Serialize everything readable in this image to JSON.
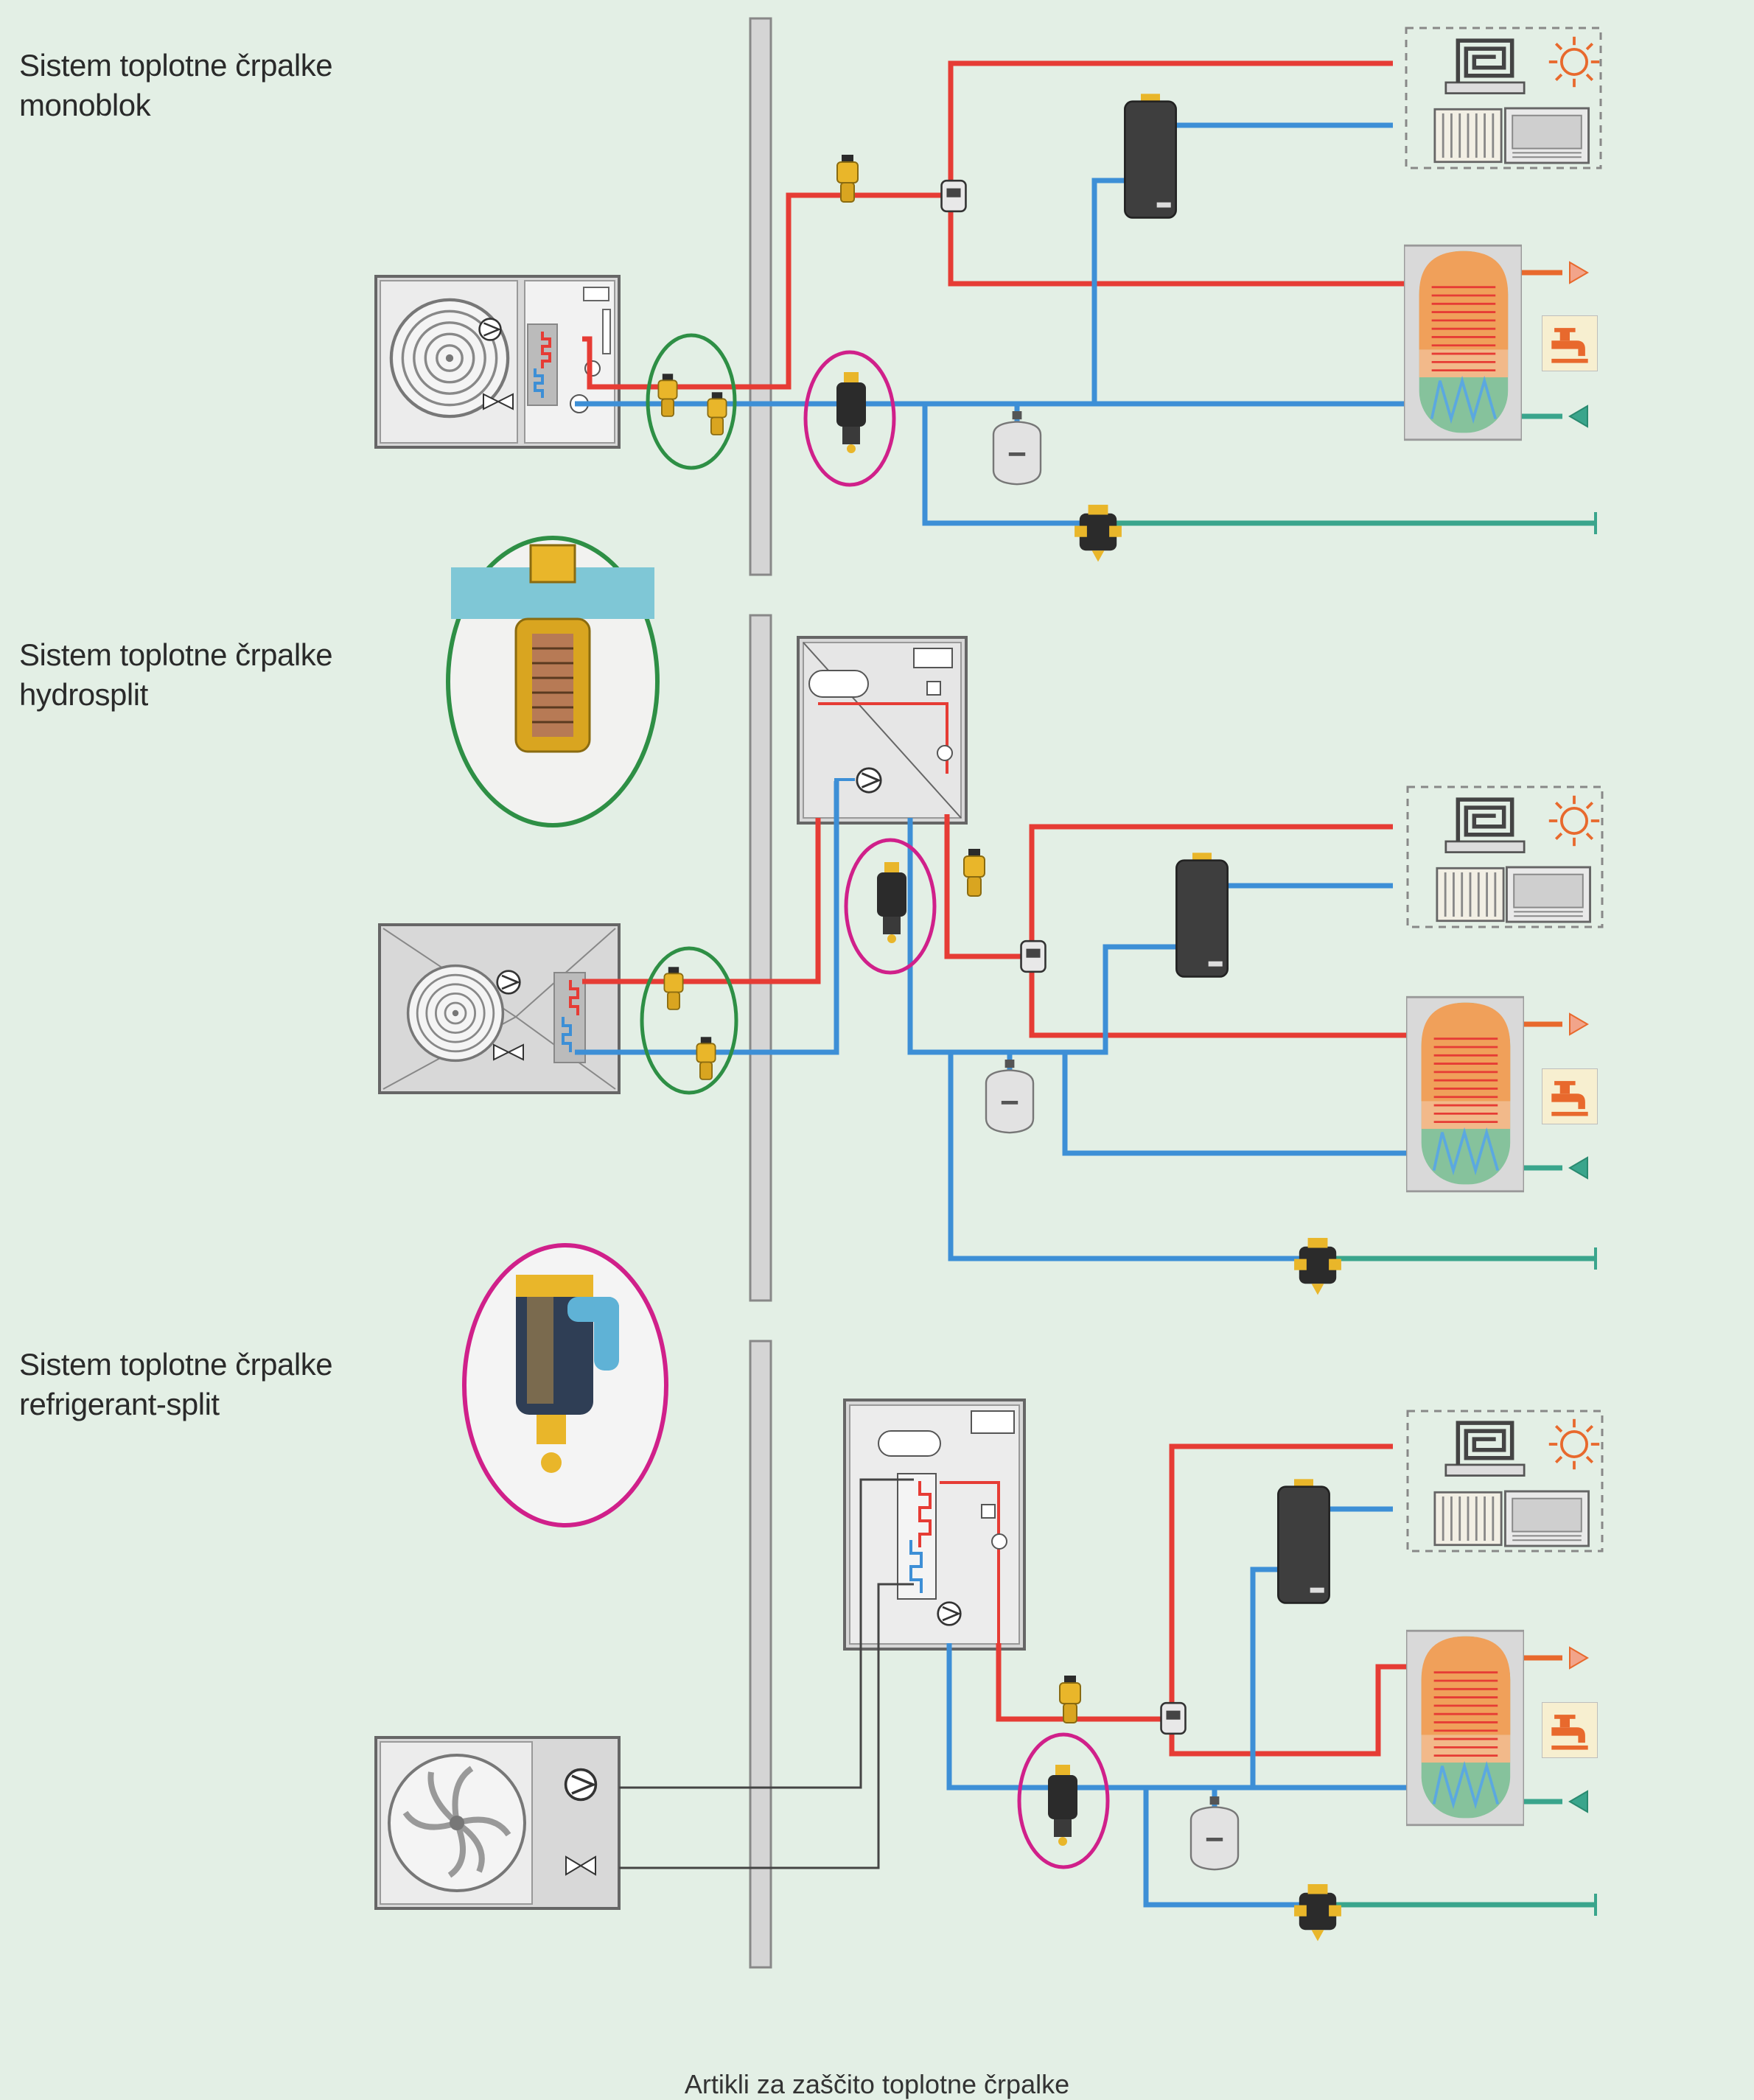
{
  "sections": [
    {
      "line1": "Sistem toplotne črpalke",
      "line2": "monoblok"
    },
    {
      "line1": "Sistem toplotne črpalke",
      "line2": "hydrosplit"
    },
    {
      "line1": "Sistem toplotne črpalke",
      "line2": "refrigerant-split"
    }
  ],
  "caption": "Artikli za zaščito toplotne črpalke",
  "colors": {
    "background": "#e3efe5",
    "supply_red": "#e63c35",
    "return_blue": "#3d8fd6",
    "cold_water_teal": "#3aa58c",
    "highlight_green": "#2e8f45",
    "highlight_magenta": "#d0208a",
    "valve_yellow": "#e9b62a",
    "unit_grey": "#cfcfcf",
    "tank_orange": "#f0a05a"
  },
  "icons": [
    "fan-icon",
    "pump-icon",
    "heat-exchanger-icon",
    "valve-icon",
    "separator-icon",
    "expansion-vessel-icon",
    "buffer-tank-icon",
    "dhw-tank-icon",
    "floor-heating-icon",
    "sun-icon",
    "radiator-icon",
    "fan-coil-icon",
    "tap-icon",
    "arrow-out-icon",
    "arrow-in-icon"
  ]
}
